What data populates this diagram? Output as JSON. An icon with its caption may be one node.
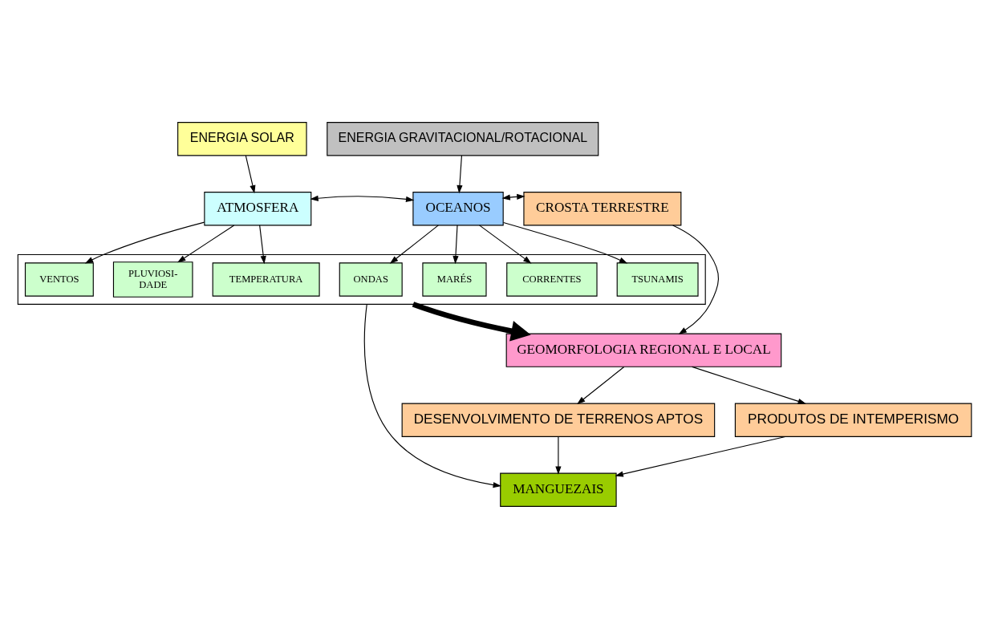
{
  "diagram": {
    "nodes": [
      {
        "text": [
          "ENERGIA SOLAR"
        ]
      },
      {
        "text": [
          "ENERGIA GRAVITACIONAL/ROTACIONAL"
        ]
      },
      {
        "text": [
          "ATMOSFERA"
        ]
      },
      {
        "text": [
          "OCEANOS"
        ]
      },
      {
        "text": [
          "CROSTA TERRESTRE"
        ]
      },
      {
        "text": [],
        "shape": "box"
      },
      {
        "text": [
          "VENTOS"
        ],
        "in": 5
      },
      {
        "text": [
          "PLUVIOSI- DADE"
        ],
        "in": 5
      },
      {
        "text": [
          "TEMPERATURA"
        ],
        "in": 5
      },
      {
        "text": [
          "ONDAS"
        ],
        "in": 5
      },
      {
        "text": [
          "MARÉS"
        ],
        "in": 5
      },
      {
        "text": [
          "CORRENTES"
        ],
        "in": 5
      },
      {
        "text": [
          "TSUNAMIS"
        ],
        "in": 5
      },
      {
        "text": [
          "GEOMORFOLOGIA REGIONAL E LOCAL"
        ]
      },
      {
        "text": [
          "DESENVOLVIMENTO DE TERRENOS APTOS"
        ]
      },
      {
        "text": [
          "PRODUTOS DE INTEMPERISMO"
        ]
      },
      {
        "text": [
          "MANGUEZAIS"
        ]
      }
    ],
    "edges": [
      {
        "from": 0,
        "to": 2,
        "arrow": "to"
      },
      {
        "from": 1,
        "to": 3,
        "arrow": "to"
      },
      {
        "from": 2,
        "to": 3,
        "arrow": "both"
      },
      {
        "from": 3,
        "to": 4,
        "arrow": "both"
      },
      {
        "from": 2,
        "to": 6,
        "arrow": "to"
      },
      {
        "from": 2,
        "to": 7,
        "arrow": "to"
      },
      {
        "from": 2,
        "to": 8,
        "arrow": "to"
      },
      {
        "from": 3,
        "to": 9,
        "arrow": "to"
      },
      {
        "from": 3,
        "to": 10,
        "arrow": "to"
      },
      {
        "from": 3,
        "to": 11,
        "arrow": "to"
      },
      {
        "from": 3,
        "to": 12,
        "arrow": "to"
      },
      {
        "from": 5,
        "to": 13,
        "arrow": "to",
        "style": "thick"
      },
      {
        "from": 4,
        "to": 13,
        "arrow": "to"
      },
      {
        "from": 13,
        "to": 14,
        "arrow": "to"
      },
      {
        "from": 13,
        "to": 15,
        "arrow": "to"
      },
      {
        "from": 14,
        "to": 16,
        "arrow": "to"
      },
      {
        "from": 15,
        "to": 16,
        "arrow": "to"
      },
      {
        "from": 5,
        "to": 16,
        "arrow": "to"
      }
    ]
  }
}
